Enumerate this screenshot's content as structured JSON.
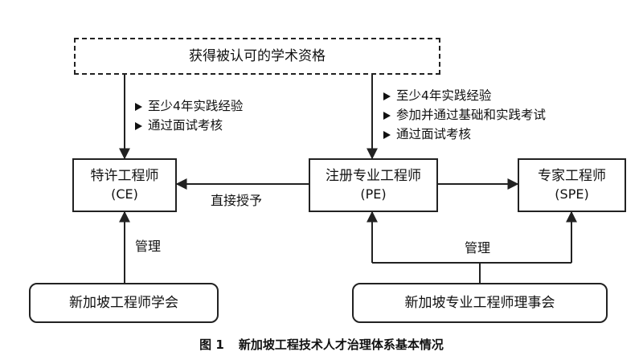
{
  "qualification": "获得被认可的学术资格",
  "ce": {
    "name": "特许工程师",
    "abbr": "(CE)"
  },
  "pe": {
    "name": "注册专业工程师",
    "abbr": "(PE)"
  },
  "spe": {
    "name": "专家工程师",
    "abbr": "(SPE)"
  },
  "ce_requirements": [
    "至少4年实践经验",
    "通过面试考核"
  ],
  "pe_requirements": [
    "至少4年实践经验",
    "参加并通过基础和实践考试",
    "通过面试考核"
  ],
  "direct_grant": "直接授予",
  "manage_left": "管理",
  "manage_right": "管理",
  "institution_left": "新加坡工程师学会",
  "institution_right": "新加坡专业工程师理事会",
  "caption": {
    "number": "图 1",
    "title": "新加坡工程技术人才治理体系基本情况"
  }
}
